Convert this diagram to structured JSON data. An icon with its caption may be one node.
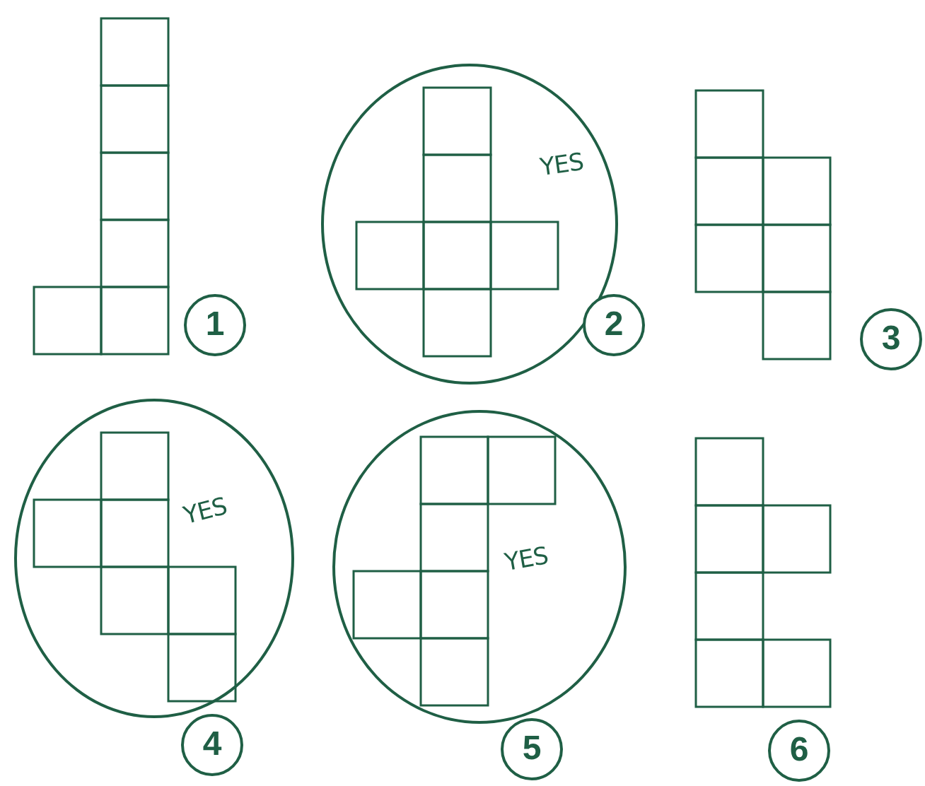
{
  "diagram": {
    "nodes": [
      {
        "text": [
          "1"
        ]
      },
      {
        "text": [
          "YES"
        ]
      },
      {
        "text": [
          "2"
        ]
      },
      {
        "text": [
          "3"
        ]
      },
      {
        "text": [
          "YES"
        ]
      },
      {
        "text": [
          "4"
        ]
      },
      {
        "text": [
          "YES"
        ]
      },
      {
        "text": [
          "5"
        ]
      },
      {
        "text": [
          "6"
        ]
      }
    ]
  }
}
